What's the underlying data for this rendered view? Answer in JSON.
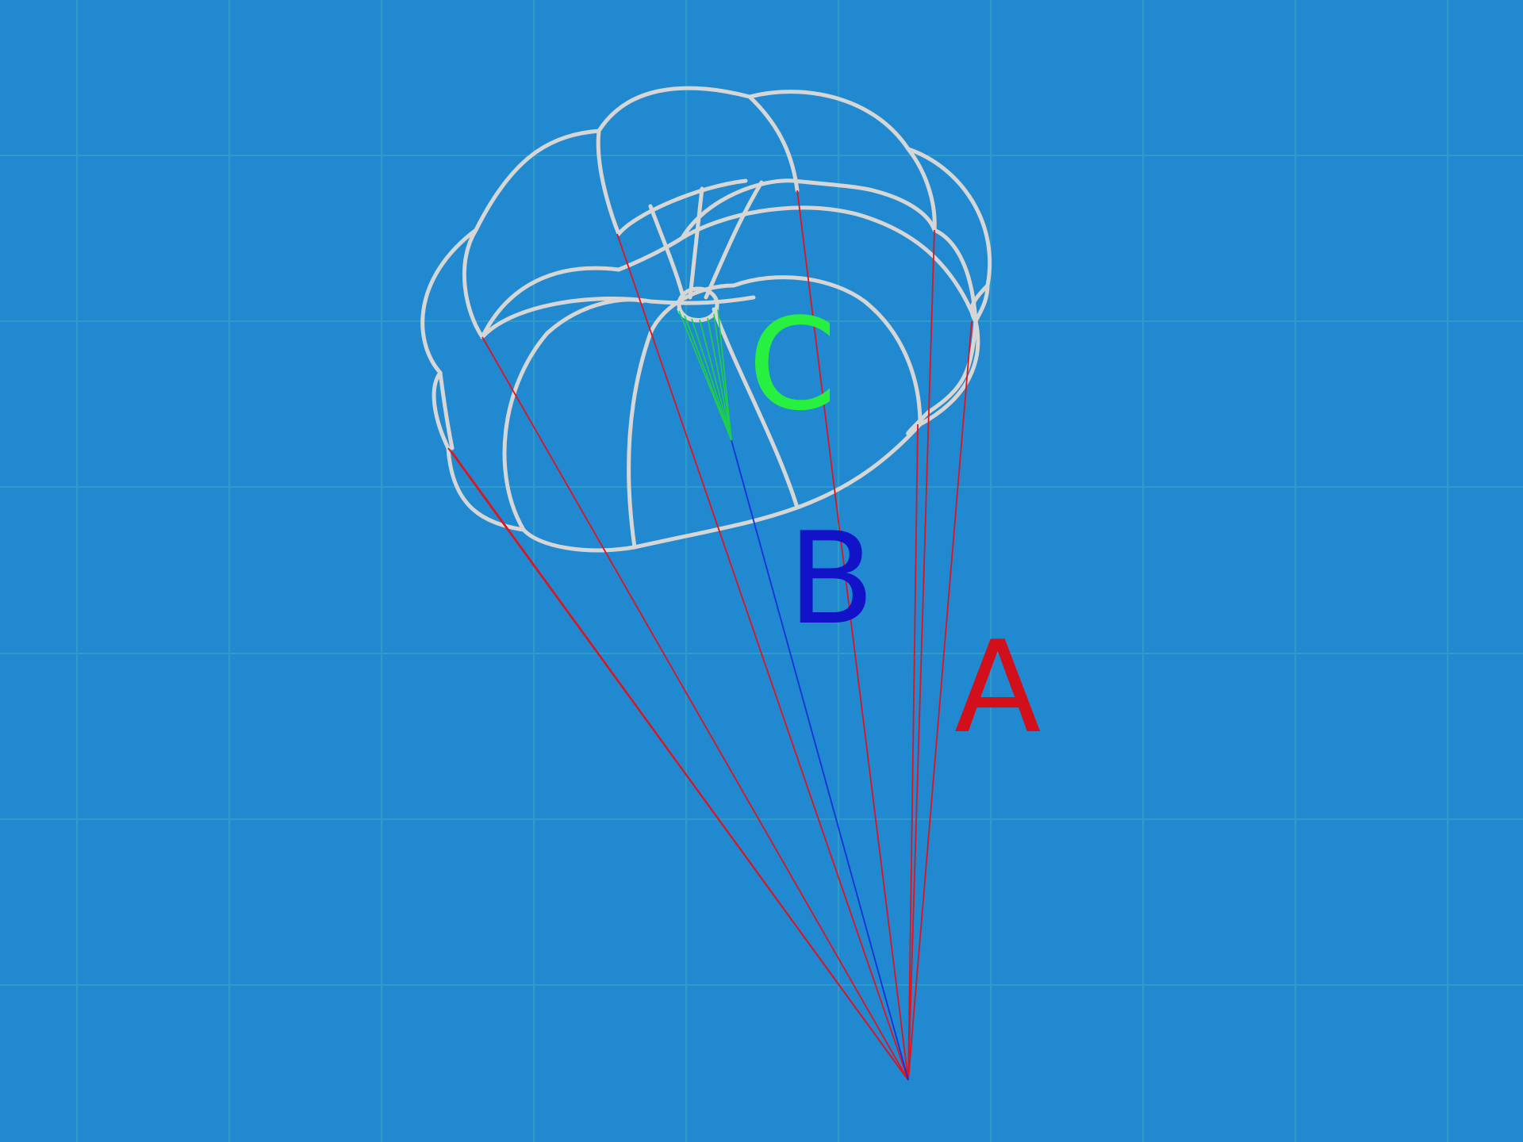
{
  "labels": {
    "a": {
      "text": "A",
      "color": "#d2101c"
    },
    "b": {
      "text": "B",
      "color": "#1212c8"
    },
    "c": {
      "text": "C",
      "color": "#28f040"
    }
  },
  "colors": {
    "background": "#2089cf",
    "grid": "#2e9bc9",
    "canopy_outline": "#d6d6d6",
    "suspension_lines": "#e0141e",
    "bridle_line": "#1530d8",
    "vent_lines": "#1ed048"
  }
}
